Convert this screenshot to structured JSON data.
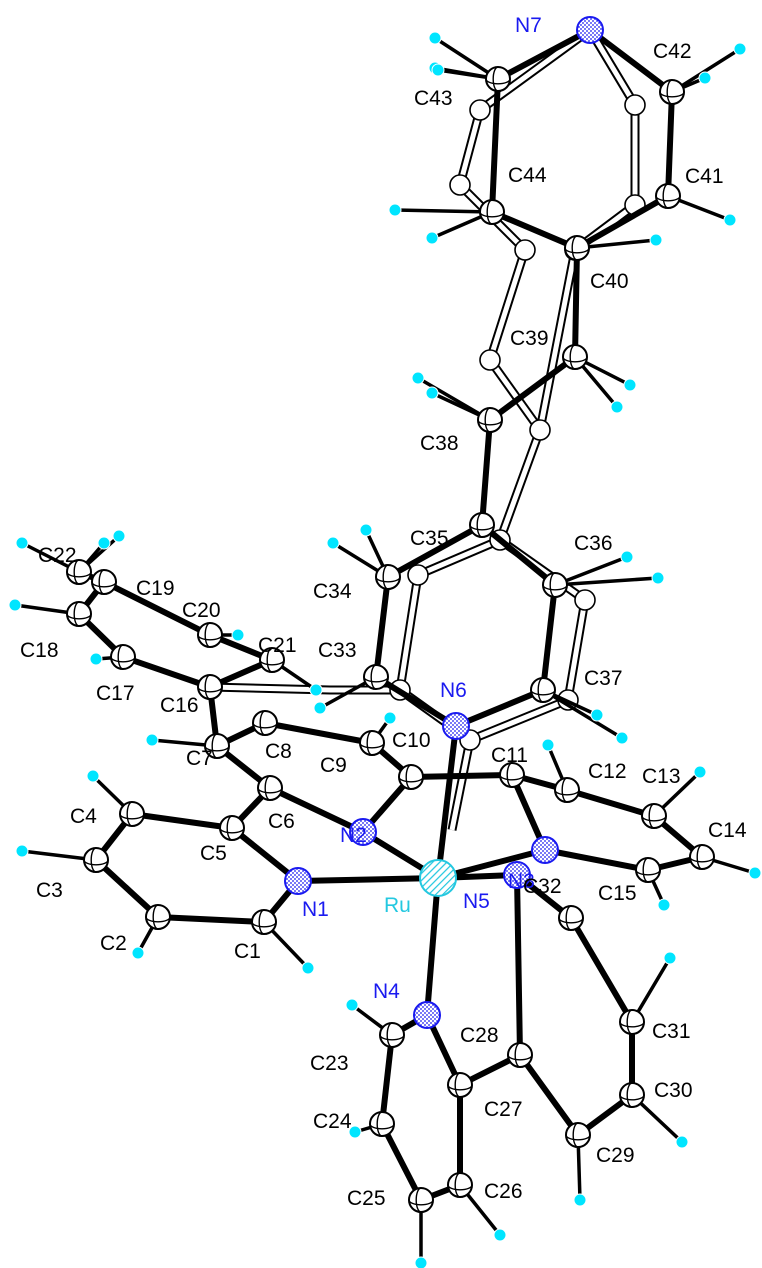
{
  "figure": {
    "title": "",
    "colors": {
      "carbon_bond": "#000000",
      "back_bond": "#ffffff",
      "nitrogen": "#1a1af0",
      "ruthenium": "#24c8e0",
      "hydrogen": "#00e5ff",
      "label": "#000000"
    },
    "atoms": [
      {
        "id": "Ru",
        "label": "Ru",
        "el": "Ru"
      },
      {
        "id": "N1",
        "label": "N1",
        "el": "N"
      },
      {
        "id": "N2",
        "label": "N2",
        "el": "N"
      },
      {
        "id": "N3",
        "label": "N3",
        "el": "N"
      },
      {
        "id": "N4",
        "label": "N4",
        "el": "N"
      },
      {
        "id": "N5",
        "label": "N5",
        "el": "N"
      },
      {
        "id": "N6",
        "label": "N6",
        "el": "N"
      },
      {
        "id": "N7",
        "label": "N7",
        "el": "N"
      },
      {
        "id": "C1",
        "label": "C1",
        "el": "C"
      },
      {
        "id": "C2",
        "label": "C2",
        "el": "C"
      },
      {
        "id": "C3",
        "label": "C3",
        "el": "C"
      },
      {
        "id": "C4",
        "label": "C4",
        "el": "C"
      },
      {
        "id": "C5",
        "label": "C5",
        "el": "C"
      },
      {
        "id": "C6",
        "label": "C6",
        "el": "C"
      },
      {
        "id": "C7",
        "label": "C7",
        "el": "C"
      },
      {
        "id": "C8",
        "label": "C8",
        "el": "C"
      },
      {
        "id": "C9",
        "label": "C9",
        "el": "C"
      },
      {
        "id": "C10",
        "label": "C10",
        "el": "C"
      },
      {
        "id": "C11",
        "label": "C11",
        "el": "C"
      },
      {
        "id": "C12",
        "label": "C12",
        "el": "C"
      },
      {
        "id": "C13",
        "label": "C13",
        "el": "C"
      },
      {
        "id": "C14",
        "label": "C14",
        "el": "C"
      },
      {
        "id": "C15",
        "label": "C15",
        "el": "C"
      },
      {
        "id": "C16",
        "label": "C16",
        "el": "C"
      },
      {
        "id": "C17",
        "label": "C17",
        "el": "C"
      },
      {
        "id": "C18",
        "label": "C18",
        "el": "C"
      },
      {
        "id": "C19",
        "label": "C19",
        "el": "C"
      },
      {
        "id": "C20",
        "label": "C20",
        "el": "C"
      },
      {
        "id": "C21",
        "label": "C21",
        "el": "C"
      },
      {
        "id": "C22",
        "label": "C22",
        "el": "C"
      },
      {
        "id": "C23",
        "label": "C23",
        "el": "C"
      },
      {
        "id": "C24",
        "label": "C24",
        "el": "C"
      },
      {
        "id": "C25",
        "label": "C25",
        "el": "C"
      },
      {
        "id": "C26",
        "label": "C26",
        "el": "C"
      },
      {
        "id": "C27",
        "label": "C27",
        "el": "C"
      },
      {
        "id": "C28",
        "label": "C28",
        "el": "C"
      },
      {
        "id": "C29",
        "label": "C29",
        "el": "C"
      },
      {
        "id": "C30",
        "label": "C30",
        "el": "C"
      },
      {
        "id": "C31",
        "label": "C31",
        "el": "C"
      },
      {
        "id": "C32",
        "label": "C32",
        "el": "C"
      },
      {
        "id": "C33",
        "label": "C33",
        "el": "C"
      },
      {
        "id": "C34",
        "label": "C34",
        "el": "C"
      },
      {
        "id": "C35",
        "label": "C35",
        "el": "C"
      },
      {
        "id": "C36",
        "label": "C36",
        "el": "C"
      },
      {
        "id": "C37",
        "label": "C37",
        "el": "C"
      },
      {
        "id": "C38",
        "label": "C38",
        "el": "C"
      },
      {
        "id": "C39",
        "label": "C39",
        "el": "C"
      },
      {
        "id": "C40",
        "label": "C40",
        "el": "C"
      },
      {
        "id": "C41",
        "label": "C41",
        "el": "C"
      },
      {
        "id": "C42",
        "label": "C42",
        "el": "C"
      },
      {
        "id": "C43",
        "label": "C43",
        "el": "C"
      },
      {
        "id": "C44",
        "label": "C44",
        "el": "C"
      }
    ]
  }
}
